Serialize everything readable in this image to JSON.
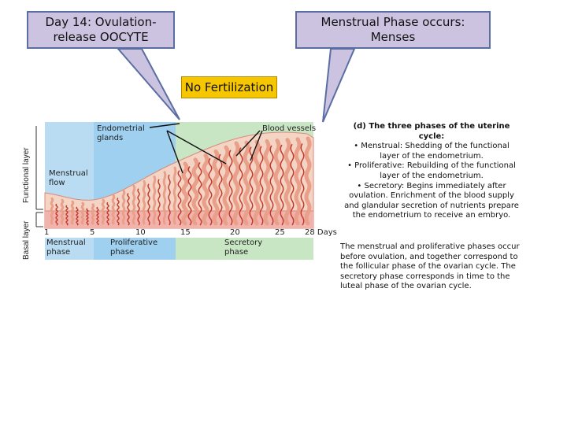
{
  "callouts": {
    "ovulation": "Day 14: Ovulation- release  OOCYTE",
    "menses": "Menstrual Phase occurs: Menses",
    "no_fertilization": "No Fertilization"
  },
  "diagram": {
    "labels": {
      "endometrial_glands": "Endometrial glands",
      "blood_vessels": "Blood vessels",
      "menstrual_flow": "Menstrual flow",
      "functional_layer": "Functional layer",
      "basal_layer": "Basal layer"
    },
    "day_ticks": [
      "1",
      "5",
      "10",
      "15",
      "20",
      "25",
      "28 Days"
    ],
    "phases": [
      {
        "name": "Menstrual phase",
        "color": "#b9dcf2"
      },
      {
        "name": "Proliferative phase",
        "color": "#9fd0ef"
      },
      {
        "name": "Secretory phase",
        "color": "#c9e6c4"
      }
    ],
    "colors": {
      "endometrium": "#f4d4c4",
      "basal": "#f2b3ad",
      "vessel": "#c0392b"
    }
  },
  "captions": {
    "phases_title": "(d) The three phases of the uterine cycle:",
    "phases": [
      "• Menstrual: Shedding of the functional layer of the endometrium.",
      "• Proliferative: Rebuilding of the functional layer of the endometrium.",
      "• Secretory: Begins immediately after ovulation. Enrichment of the blood supply and glandular secretion of nutrients prepare the endometrium to receive an embryo."
    ],
    "summary": "The menstrual and proliferative phases occur before ovulation, and together correspond to the follicular phase of the ovarian cycle. The secretory phase corresponds in time to the luteal phase of the ovarian cycle."
  }
}
